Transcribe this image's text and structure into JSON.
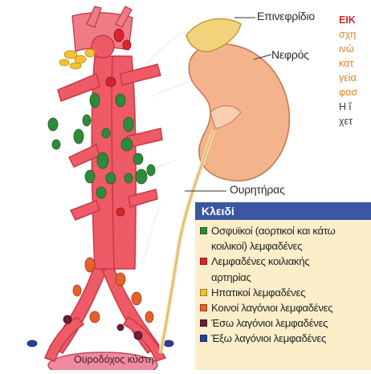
{
  "labels": {
    "adrenal": "Επινεφρίδιο",
    "kidney": "Νεφρός",
    "ureter": "Ουρητήρας",
    "bladder": "Ουροδόχος κύστη"
  },
  "caption_lines": [
    "ΕΙΚ",
    "σχη",
    "ινώ",
    "κατ",
    "γεία",
    "φασ",
    "Η ΐ",
    "χετ"
  ],
  "key": {
    "title": "Κλειδί",
    "items": [
      {
        "text": "Οσφυϊκοί (αορτικοί και κάτω",
        "color": "#2e8b3a"
      },
      {
        "text": "κοιλικοί) λεμφαδένες",
        "color": null
      },
      {
        "text": "Λεμφαδένες κοιλιακής",
        "color": "#d8262c"
      },
      {
        "text": "αρτηρίας",
        "color": null
      },
      {
        "text": "Ηπατικοί λεμφαδένες",
        "color": "#f2c233"
      },
      {
        "text": "Κοινοί λαγόνιοι λεμφαδένες",
        "color": "#e8602a"
      },
      {
        "text": "Έσω λαγόνιοι λεμφαδένες",
        "color": "#6b1f3a"
      },
      {
        "text": "Έξω λαγόνιοι λεμφαδένες",
        "color": "#2a3f9a"
      }
    ]
  },
  "colors": {
    "vessel": "#ee5a66",
    "vessel_dark": "#c93848",
    "kidney": "#f3b48c",
    "adrenal": "#f3d27c",
    "ureter": "#f3dba0",
    "lumbar_nodes": "#2e8b3a",
    "celiac_nodes": "#d8262c",
    "hepatic_nodes": "#f2c233",
    "common_iliac_nodes": "#e8602a",
    "internal_iliac_nodes": "#6b1f3a",
    "external_iliac_nodes": "#2a3f9a",
    "key_header": "#3d56a3",
    "key_background": "#fbeec9"
  }
}
